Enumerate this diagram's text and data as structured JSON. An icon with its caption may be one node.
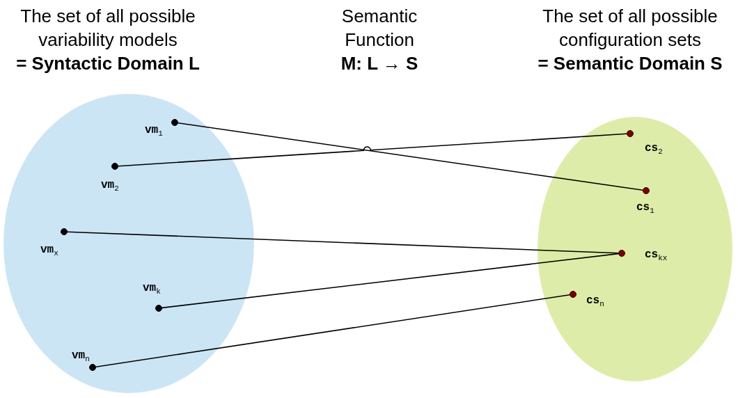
{
  "diagram": {
    "nodes": [
      {
        "text": [
          "The set of all possible variability models",
          "= Syntactic Domain L"
        ]
      },
      {
        "text": [],
        "shape": "circle",
        "beside": [
          "vm$_{1}$"
        ],
        "in": 0
      },
      {
        "text": [],
        "shape": "circle",
        "beside": [
          "vm$_{2}$"
        ],
        "in": 0
      },
      {
        "text": [],
        "shape": "circle",
        "beside": [
          "vm$_{x}$"
        ],
        "in": 0
      },
      {
        "text": [],
        "shape": "circle",
        "beside": [
          "vm$_{k}$"
        ],
        "in": 0
      },
      {
        "text": [],
        "shape": "circle",
        "beside": [
          "vm$_{n}$"
        ],
        "in": 0
      },
      {
        "text": [
          "The set of all possible configuration sets",
          "= Semantic Domain S"
        ]
      },
      {
        "text": [],
        "shape": "circle",
        "beside": [
          "cs$_{2}$"
        ],
        "in": 6
      },
      {
        "text": [],
        "shape": "circle",
        "beside": [
          "cs$_{1}$"
        ],
        "in": 6
      },
      {
        "text": [],
        "shape": "circle",
        "beside": [
          "cs$_{kx}$"
        ],
        "in": 6
      },
      {
        "text": [],
        "shape": "circle",
        "beside": [
          "cs$_{n}$"
        ],
        "in": 6
      }
    ],
    "edges": [
      {
        "from": 1,
        "to": 8,
        "arrow": "none"
      },
      {
        "from": 2,
        "to": 7,
        "arrow": "none"
      },
      {
        "from": 3,
        "to": 9,
        "arrow": "none"
      },
      {
        "from": 4,
        "to": 9,
        "arrow": "none"
      },
      {
        "from": 5,
        "to": 10,
        "arrow": "none"
      }
    ],
    "labels": [
      "Semantic Function",
      "M: L → S"
    ]
  }
}
